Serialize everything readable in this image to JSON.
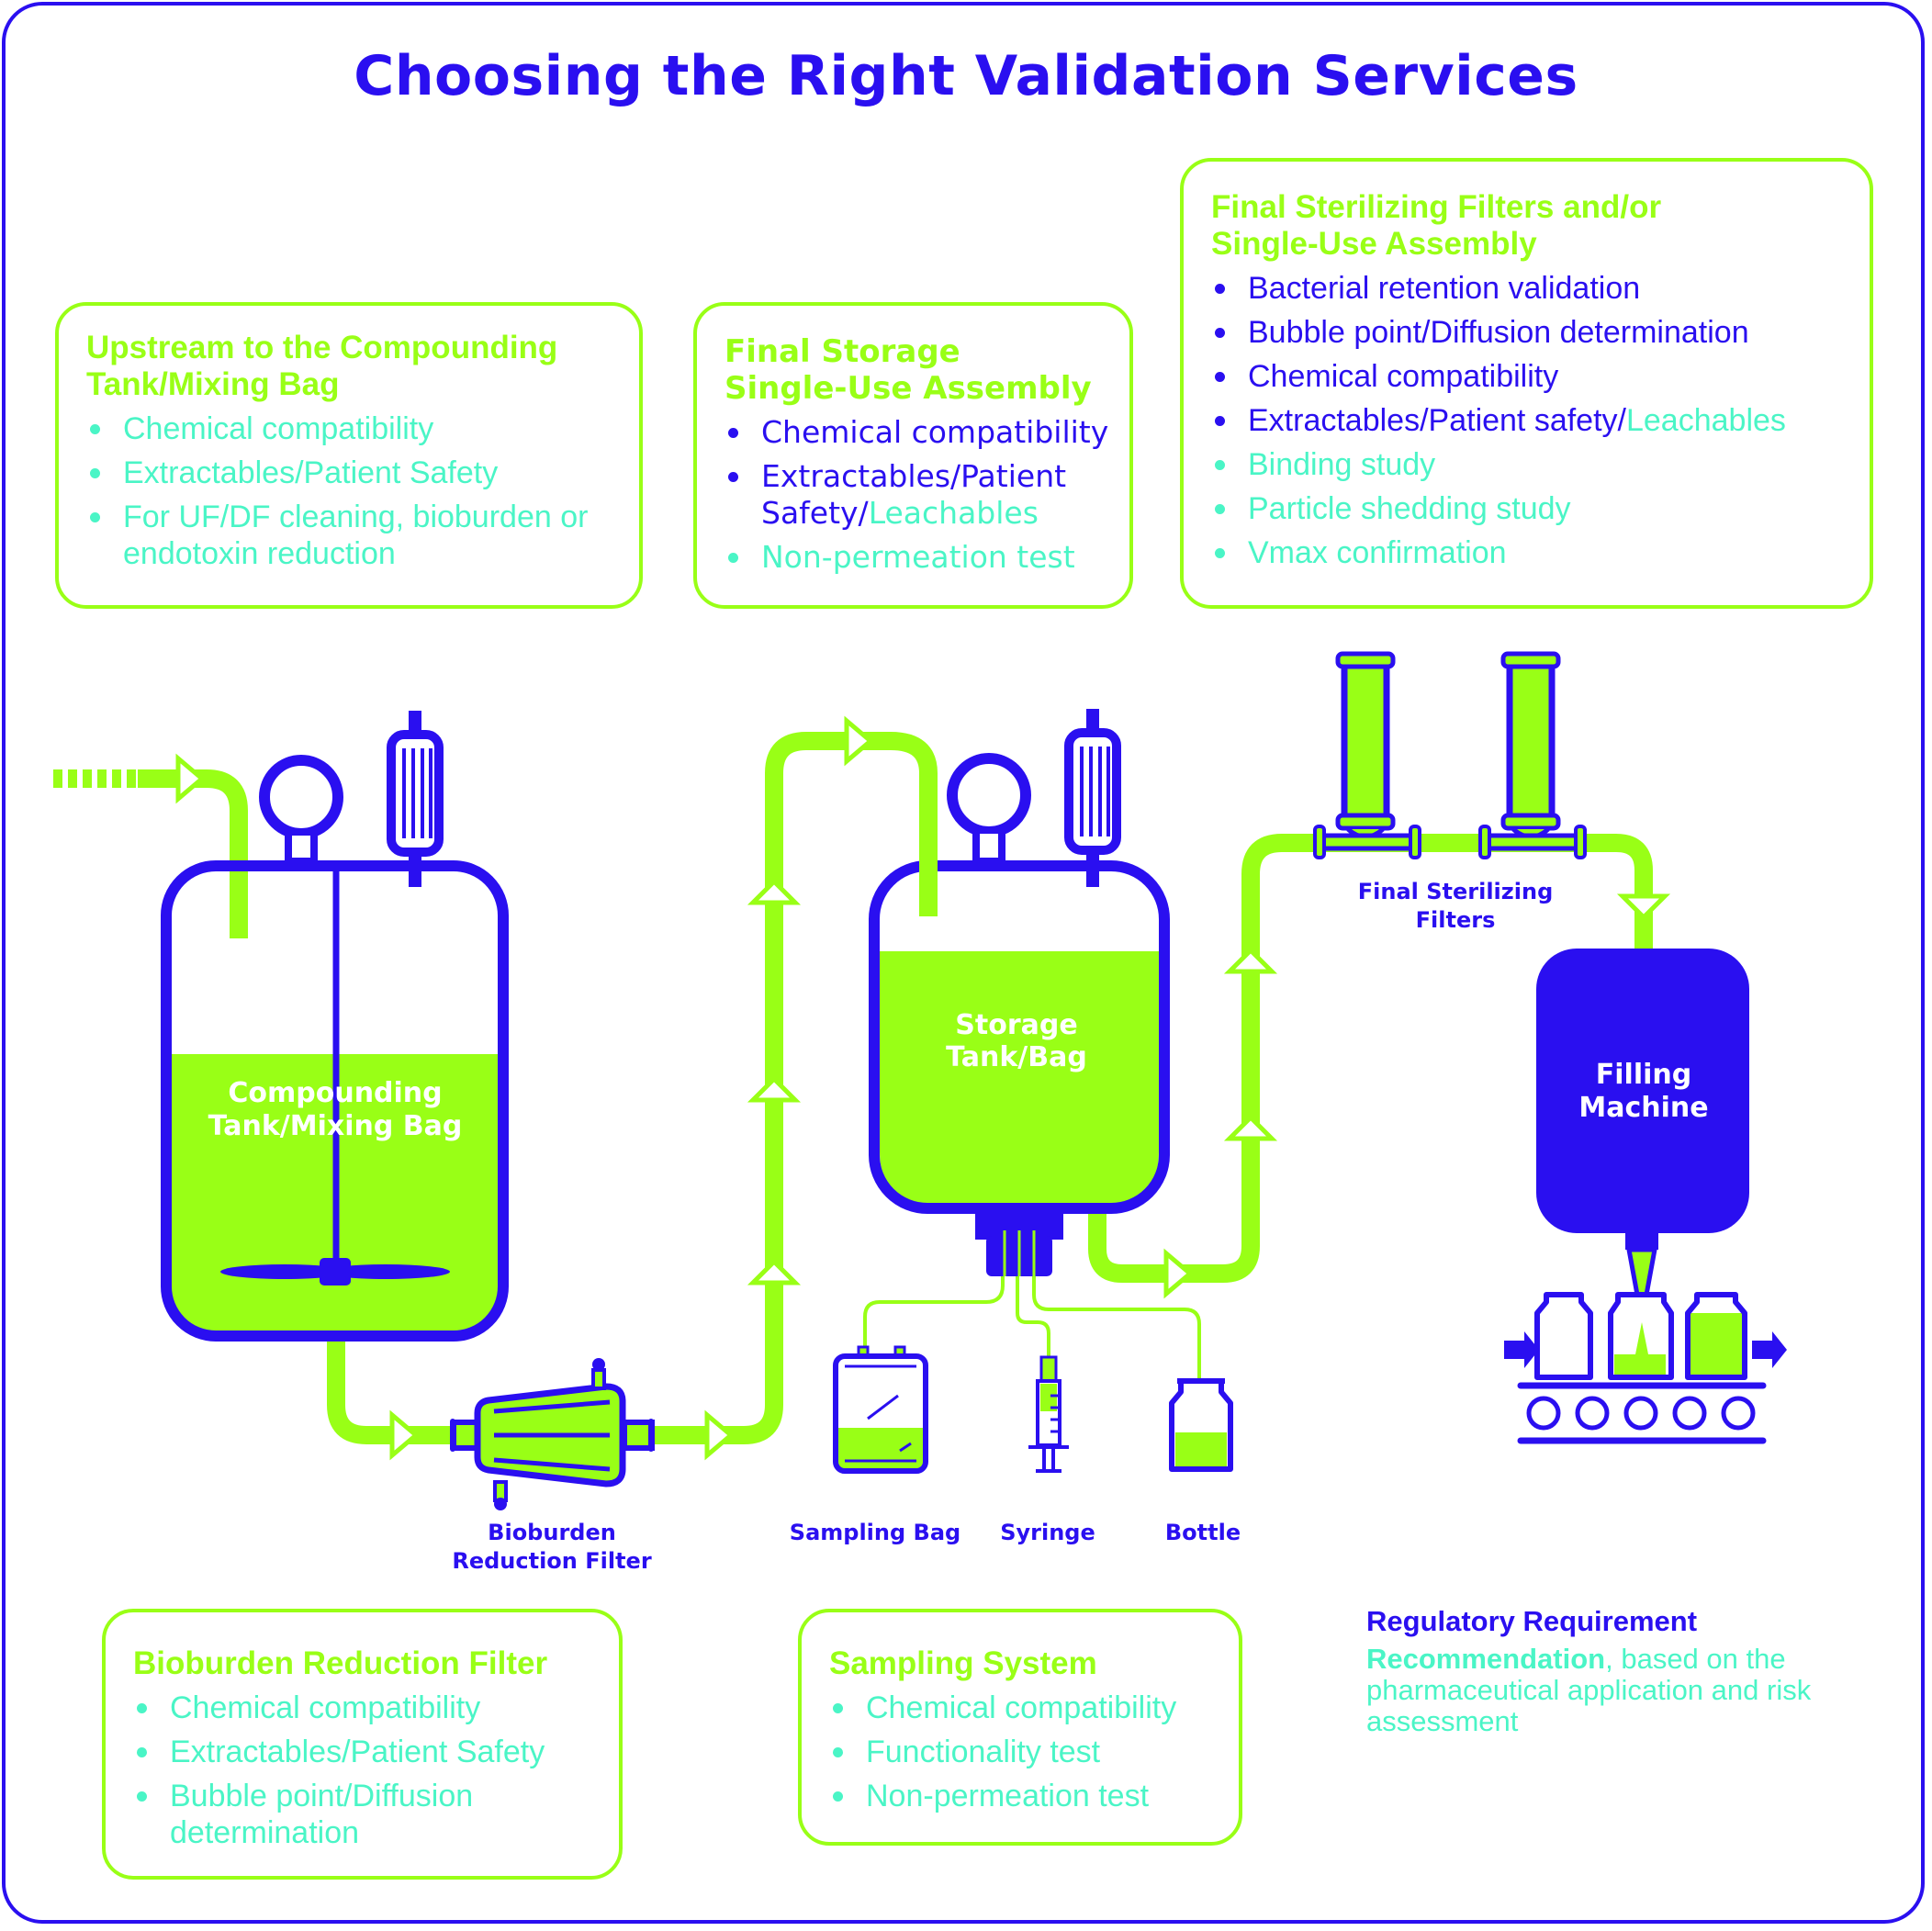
{
  "title": "Choosing the Right Validation Services",
  "colors": {
    "regulatory_requirement": "#2a0ff0",
    "recommendation": "#4af5c6",
    "accent_green": "#99ff16"
  },
  "boxes": {
    "upstream": {
      "heading_line1": "Upstream to the Compounding",
      "heading_line2": "Tank/Mixing Bag",
      "items": [
        {
          "text": "Chemical compatibility",
          "type": "recommendation"
        },
        {
          "text": "Extractables/Patient Safety",
          "type": "recommendation"
        },
        {
          "text": "For UF/DF cleaning, bioburden or endotoxin reduction",
          "type": "recommendation"
        }
      ]
    },
    "final_storage": {
      "heading_line1": "Final Storage",
      "heading_line2": "Single-Use Assembly",
      "items": [
        {
          "text": "Chemical compatibility",
          "type": "requirement"
        },
        {
          "text": "Extractables/Patient Safety/",
          "suffix": "Leachables",
          "type": "requirement",
          "suffix_type": "recommendation"
        },
        {
          "text": "Non-permeation test",
          "type": "recommendation"
        }
      ]
    },
    "final_sterilizing": {
      "heading_line1": "Final Sterilizing Filters and/or",
      "heading_line2": "Single-Use Assembly",
      "items": [
        {
          "text": "Bacterial retention validation",
          "type": "requirement"
        },
        {
          "text": "Bubble point/Diffusion determination",
          "type": "requirement"
        },
        {
          "text": "Chemical compatibility",
          "type": "requirement"
        },
        {
          "text": "Extractables/Patient safety/",
          "suffix": "Leachables",
          "type": "requirement",
          "suffix_type": "recommendation"
        },
        {
          "text": "Binding study",
          "type": "recommendation"
        },
        {
          "text": "Particle shedding study",
          "type": "recommendation"
        },
        {
          "text": "Vmax confirmation",
          "type": "recommendation"
        }
      ]
    },
    "bioburden": {
      "heading": "Bioburden Reduction Filter",
      "items": [
        {
          "text": "Chemical compatibility",
          "type": "recommendation"
        },
        {
          "text": "Extractables/Patient Safety",
          "type": "recommendation"
        },
        {
          "text": "Bubble point/Diffusion determination",
          "type": "recommendation"
        }
      ]
    },
    "sampling": {
      "heading": "Sampling System",
      "items": [
        {
          "text": "Chemical compatibility",
          "type": "recommendation"
        },
        {
          "text": "Functionality test",
          "type": "recommendation"
        },
        {
          "text": "Non-permeation test",
          "type": "recommendation"
        }
      ]
    }
  },
  "diagram": {
    "compounding_tank_line1": "Compounding",
    "compounding_tank_line2": "Tank/Mixing Bag",
    "storage_tank_line1": "Storage",
    "storage_tank_line2": "Tank/Bag",
    "filling_machine_line1": "Filling",
    "filling_machine_line2": "Machine",
    "bioburden_filter_line1": "Bioburden",
    "bioburden_filter_line2": "Reduction Filter",
    "final_filters_line1": "Final Sterilizing",
    "final_filters_line2": "Filters",
    "sampling_bag": "Sampling Bag",
    "syringe": "Syringe",
    "bottle": "Bottle"
  },
  "legend": {
    "requirement": "Regulatory Requirement",
    "recommendation_bold": "Recommendation",
    "recommendation_rest": ", based on the pharmaceutical application and risk assessment"
  }
}
